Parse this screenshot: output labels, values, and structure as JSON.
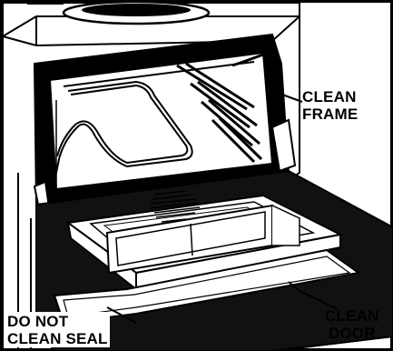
{
  "labels": {
    "clean_frame": {
      "line1": "CLEAN",
      "line2": "FRAME"
    },
    "do_not_clean_seal": {
      "line1": "DO NOT",
      "line2": "CLEAN SEAL"
    },
    "clean_door": {
      "line1": "CLEAN",
      "line2": "DOOR"
    }
  },
  "colors": {
    "ink": "#000000",
    "paper": "#ffffff",
    "shade": "#1a1a1a"
  }
}
